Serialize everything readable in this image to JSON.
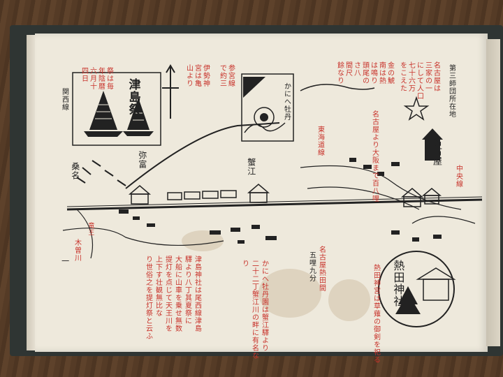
{
  "texts": {
    "kansai_line": "関西線",
    "tsushima_title": "津島祭",
    "tsushima_note": [
      "祭は毎",
      "年陰暦",
      "六月十",
      "四日"
    ],
    "kameyama_note": [
      "伊勢神",
      "宮は亀",
      "山より",
      "参宮線",
      "で約三"
    ],
    "kanie_note": [
      "かにへ牡丹"
    ],
    "right_col1": [
      "名古屋は",
      "三家の一",
      "にして人口",
      "七十六万",
      "をこえた"
    ],
    "right_col2": [
      "金の鯱",
      "南は熱",
      "は鳴り",
      "頭尾の",
      "さ八",
      "間尺",
      "餘なり"
    ],
    "hq": "第三師団所在地",
    "nagoya_to_osaka": "名古屋より大阪まで百八哩",
    "tokaido_line": "東海道線",
    "chuo_line": "中央線",
    "nagoya_label": "名古屋",
    "kanie_label": "蟹江",
    "yatomi_label": "弥富",
    "kuwana_label": "桑名",
    "kiso_river": "木曽川",
    "nagoya_atsuta": "名古屋熱田間",
    "distance": "五哩九分",
    "atsuta_note": "熱田神宮は草薙の御剣を祀る",
    "atsuta_shrine": "熱田神社",
    "bottom_col1": [
      "津島神社は尾西線津島",
      "驛より八丁其夏祭に",
      "大船に山車を乗せ無数",
      "提灯を点じて天王川を",
      "上下す壮観無比な",
      "り世俗之を提灯祭と云ふ"
    ],
    "bottom_col2": [
      "かにへ牡丹園は蟹江驛より",
      "二十二丁蟹江川の畔に有名な",
      "り"
    ],
    "ryuo": "竜王",
    "page_num": "一"
  },
  "colors": {
    "red": "#c8332b",
    "ink": "#222222",
    "paper": "#eee9dc"
  }
}
